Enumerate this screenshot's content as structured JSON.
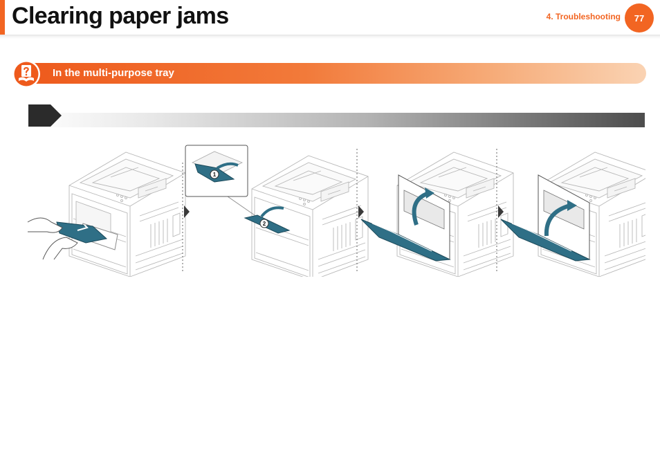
{
  "header": {
    "title": "Clearing paper jams",
    "chapter": "4.  Troubleshooting",
    "page_number": "77",
    "accent_color": "#f26522"
  },
  "section": {
    "title": "In the multi-purpose tray",
    "icon": "question-book-icon"
  },
  "step": {
    "marker_icon": "step-arrow-icon"
  },
  "illustration": {
    "inset_callouts": [
      "1",
      "2"
    ],
    "panel_divider": "dotted-line",
    "flow_icon": "triangle-arrow-icon",
    "pull_arrow": "curved-arrow-icon",
    "paper_color": "#2f6f86"
  }
}
